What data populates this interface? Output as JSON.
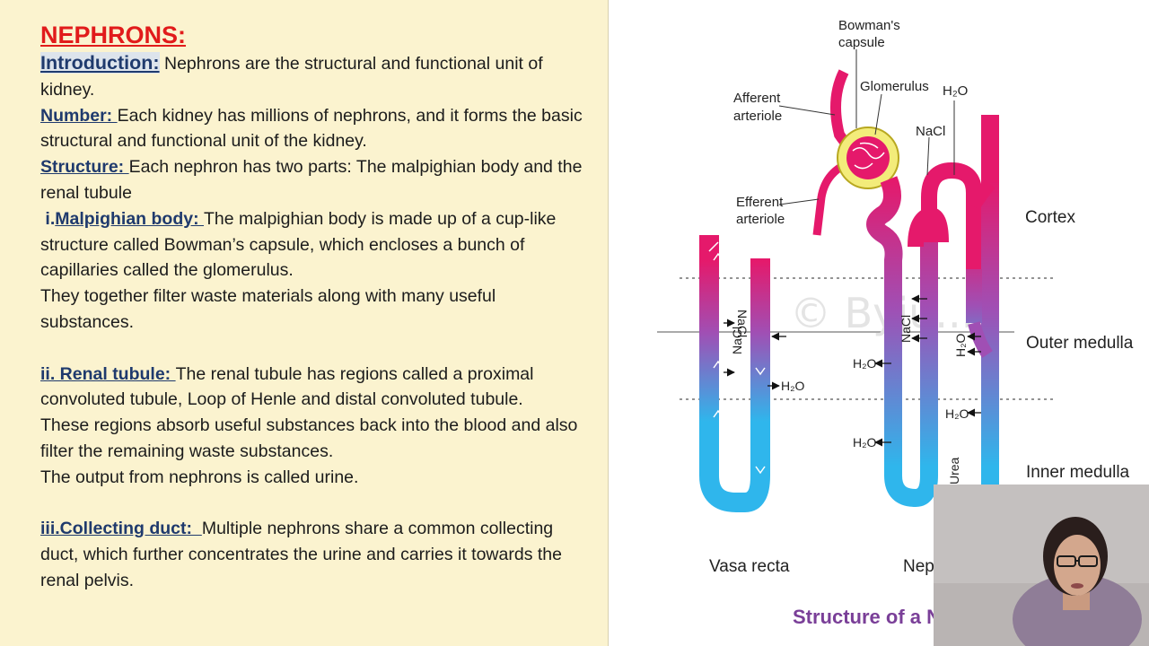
{
  "slide": {
    "title": "NEPHRONS:",
    "paragraphs": [
      {
        "heading": "Introduction:",
        "text": " Nephrons are the structural and functional unit of kidney."
      },
      {
        "heading": "Number: ",
        "text": "Each kidney has millions of nephrons, and it forms the basic structural and functional unit of the kidney."
      },
      {
        "heading": "Structure: ",
        "text": "Each nephron has two parts: The malpighian body and the renal tubule"
      },
      {
        "prefix": " i.",
        "heading": "Malpighian body: ",
        "text": "The malpighian body is made up of a cup-like structure called Bowman’s capsule, which encloses a bunch of capillaries called the glomerulus."
      },
      {
        "text": "They together filter waste materials along with many useful substances."
      },
      {
        "heading": "ii. Renal tubule: ",
        "text": "The renal tubule has regions called a proximal convoluted tubule, Loop of Henle and distal convoluted tubule."
      },
      {
        "text": "These regions absorb useful substances back into the blood and also filter the remaining waste substances."
      },
      {
        "text": "The output from nephrons is called urine."
      },
      {
        "heading": "iii.Collecting duct:  ",
        "text": "Multiple nephrons share a common collecting duct, which further concentrates the urine and carries it towards the renal pelvis."
      }
    ]
  },
  "diagram": {
    "labels": {
      "bowmans_line1": "Bowman's",
      "bowmans_line2": "capsule",
      "glomerulus": "Glomerulus",
      "afferent_line1": "Afferent",
      "afferent_line2": "arteriole",
      "efferent_line1": "Efferent",
      "efferent_line2": "arteriole",
      "h2o": "H₂O",
      "nacl": "NaCl",
      "urea": "Urea",
      "cortex": "Cortex",
      "outer_medulla": "Outer medulla",
      "inner_medulla": "Inner medulla",
      "vasa_recta": "Vasa recta",
      "nephron_partial": "Neph",
      "caption_partial": "Structure of a Nep",
      "watermark": "© Byju..."
    },
    "colors": {
      "arterial": "#e5196b",
      "venous": "#2fb6ec",
      "capsule": "#f3ec7a",
      "caption": "#7a3f98"
    }
  },
  "webcam": {
    "description_icon": "presenter-video-icon"
  }
}
